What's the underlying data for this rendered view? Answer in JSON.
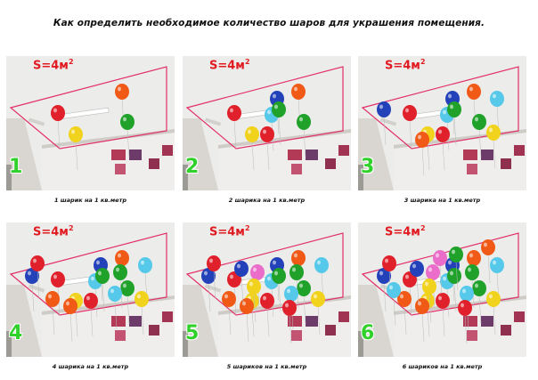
{
  "title": "Как определить необходимое количество шаров для украшения помещения.",
  "area_label": "S=4м",
  "area_unit_power": "2",
  "colors": {
    "red": "#e0202a",
    "orange": "#f05a16",
    "green": "#1fa12a",
    "yellow": "#f1d21d",
    "cyan": "#56c9ea",
    "blue": "#2341b8",
    "pink": "#ea6ec9",
    "frame": "#e2306a",
    "number": "#2fd12a"
  },
  "panels": [
    {
      "number": "1",
      "caption": "1 шарик на 1 кв.метр",
      "balloons": [
        "orange",
        "red",
        "green",
        "yellow"
      ]
    },
    {
      "number": "2",
      "caption": "2 шарика на 1 кв.метр",
      "balloons": [
        "orange",
        "red",
        "green",
        "yellow",
        "cyan",
        "blue",
        "green",
        "red"
      ]
    },
    {
      "number": "3",
      "caption": "3 шарика на 1 кв.метр",
      "balloons": [
        "orange",
        "red",
        "green",
        "yellow",
        "cyan",
        "blue",
        "green",
        "red",
        "cyan",
        "blue",
        "orange",
        "yellow"
      ]
    },
    {
      "number": "4",
      "caption": "4 шарика на 1 кв.метр",
      "balloons": [
        "orange",
        "red",
        "green",
        "yellow",
        "cyan",
        "blue",
        "green",
        "red",
        "cyan",
        "blue",
        "orange",
        "yellow",
        "red",
        "orange",
        "green",
        "cyan"
      ]
    },
    {
      "number": "5",
      "caption": "5 шариков на 1 кв.метр",
      "balloons": [
        "orange",
        "red",
        "green",
        "yellow",
        "cyan",
        "blue",
        "green",
        "red",
        "cyan",
        "blue",
        "orange",
        "yellow",
        "red",
        "orange",
        "green",
        "cyan",
        "pink",
        "yellow",
        "blue",
        "red"
      ]
    },
    {
      "number": "6",
      "caption": "6 шариков на 1 кв.метр",
      "balloons": [
        "orange",
        "red",
        "green",
        "yellow",
        "cyan",
        "blue",
        "green",
        "red",
        "cyan",
        "blue",
        "orange",
        "yellow",
        "red",
        "orange",
        "green",
        "cyan",
        "pink",
        "yellow",
        "blue",
        "red",
        "orange",
        "green",
        "pink",
        "cyan"
      ]
    }
  ]
}
